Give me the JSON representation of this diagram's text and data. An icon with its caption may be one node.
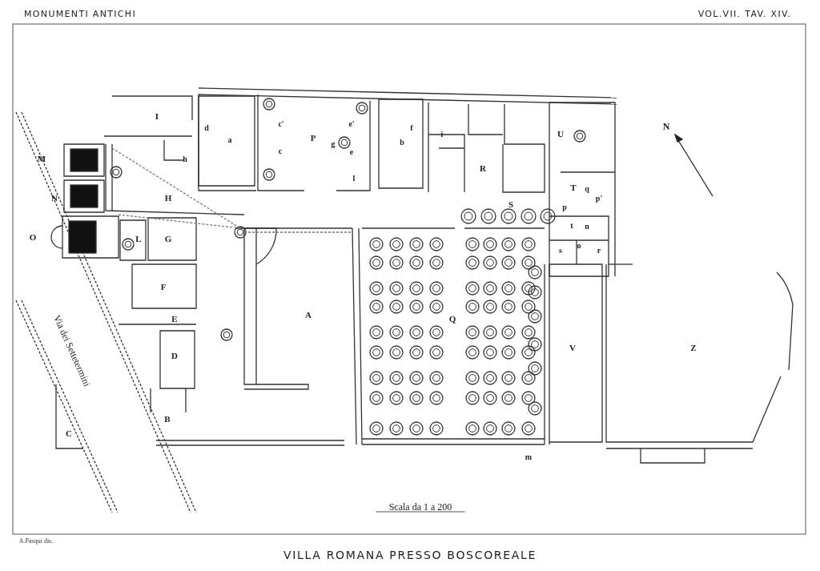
{
  "diagram": {
    "title": "VILLA ROMANA PRESSO BOSCOREALE",
    "labels": [
      "MONUMENTI ANTICHI",
      "VOL.VII. TAV. XIV.",
      "I",
      "d",
      "a",
      "c'",
      "P",
      "g",
      "e'",
      "c",
      "e",
      "h",
      "b",
      "f",
      "i",
      "U",
      "N",
      "M",
      "R",
      "T",
      "q",
      "N",
      "H",
      "l",
      "p'",
      "p",
      "S",
      "t",
      "n",
      "O",
      "L",
      "G",
      "s",
      "o",
      "r",
      "F",
      "E",
      "A",
      "Q",
      "D",
      "V",
      "Z",
      "B",
      "C",
      "m",
      "Via dei Settetermini",
      "Scala da 1 a 200",
      "A.Pasqui dis."
    ]
  }
}
